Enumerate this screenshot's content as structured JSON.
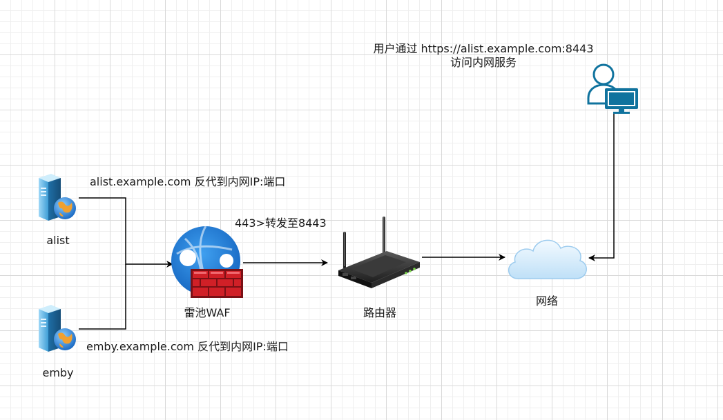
{
  "nodes": {
    "alist": {
      "label": "alist"
    },
    "emby": {
      "label": "emby"
    },
    "waf": {
      "label": "雷池WAF"
    },
    "router": {
      "label": "路由器"
    },
    "internet": {
      "label": "网络"
    }
  },
  "annotations": {
    "alist_proxy": "alist.example.com 反代到内网IP:端口",
    "emby_proxy": "emby.example.com 反代到内网IP:端口",
    "port_forward": "443>转发至8443",
    "user_line1": "用户通过 https://alist.example.com:8443",
    "user_line2": "访问内网服务"
  },
  "colors": {
    "edge": "#000000",
    "user_icon": "#10739e",
    "firewall": "#d02027",
    "globe": "#1e88e5",
    "cloud": "#d6ecfb"
  },
  "icons": {
    "server": "web-server-icon",
    "firewall": "waf-firewall-icon",
    "router": "wireless-router-icon",
    "cloud": "cloud-icon",
    "user": "user-with-monitor-icon"
  }
}
